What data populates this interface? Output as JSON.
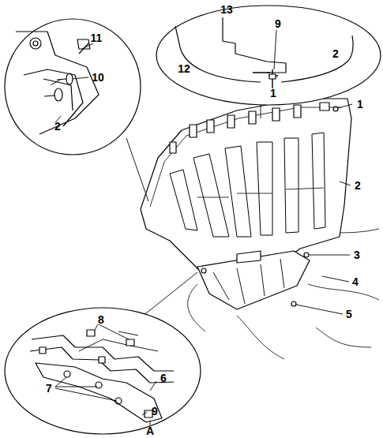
{
  "diagram": {
    "labels": [
      "13",
      "9",
      "2",
      "12",
      "1",
      "11",
      "10",
      "2",
      "1",
      "2",
      "3",
      "4",
      "5",
      "8",
      "7",
      "6",
      "9",
      "A"
    ]
  }
}
